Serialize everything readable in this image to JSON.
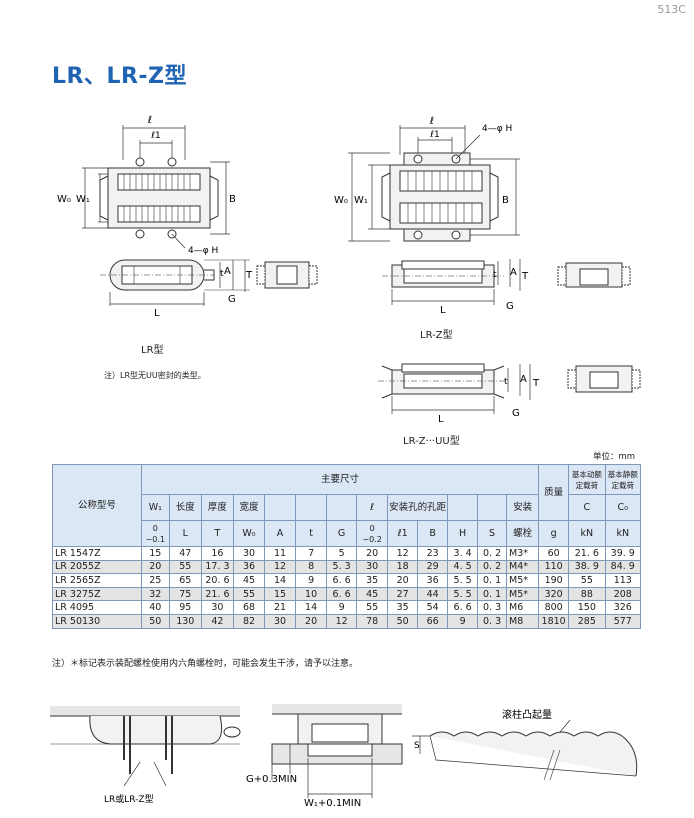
{
  "page": {
    "number": "513C",
    "title": "LR、LR-Z型"
  },
  "diagrams": {
    "lr": {
      "caption": "LR型",
      "dims": {
        "ell": "ℓ",
        "ell1": "ℓ1",
        "W0": "W₀",
        "W1": "W₁",
        "B": "B",
        "hole": "4—φ H",
        "t": "t",
        "A": "A",
        "T": "T",
        "L": "L",
        "G": "G"
      },
      "note": "注）LR型无UU密封的类型。"
    },
    "lrz": {
      "caption": "LR-Z型",
      "dims": {
        "ell": "ℓ",
        "ell1": "ℓ1",
        "hole": "4—φ H",
        "W0": "W₀",
        "W1": "W₁",
        "B": "B",
        "t": "t",
        "A": "A",
        "T": "T",
        "L": "L",
        "G": "G"
      }
    },
    "lrzuu": {
      "caption": "LR-Z···UU型",
      "dims": {
        "t": "t",
        "A": "A",
        "T": "T",
        "L": "L",
        "G": "G"
      }
    }
  },
  "table": {
    "unit": "单位：mm",
    "header": {
      "model": "公称型号",
      "main_dims": "主要尺寸",
      "mass": "质量",
      "dyn": "基本动额定载荷",
      "stat": "基本静额定载荷",
      "W1": "W₁",
      "length": "长度",
      "thickness": "厚度",
      "width": "宽度",
      "ell": "ℓ",
      "hole_pitch": "安装孔的孔距",
      "install": "安装",
      "W1_tol": "0\n−0.1",
      "L": "L",
      "T": "T",
      "W0": "W₀",
      "A": "A",
      "t": "t",
      "G": "G",
      "ell_tol": "0\n−0.2",
      "ell1": "ℓ1",
      "B": "B",
      "H": "H",
      "S": "S",
      "bolt": "螺栓",
      "g": "g",
      "C": "C",
      "kN1": "kN",
      "C0": "C₀",
      "kN2": "kN"
    },
    "rows": [
      {
        "model": "LR  1547Z",
        "W1": "15",
        "L": "47",
        "T": "16",
        "W0": "30",
        "A": "11",
        "t": "7",
        "G": "5",
        "ell": "20",
        "ell1": "12",
        "B": "23",
        "H": "3. 4",
        "S": "0. 2",
        "bolt": "M3*",
        "mass": "60",
        "C": "21. 6",
        "C0": "39. 9"
      },
      {
        "model": "LR  2055Z",
        "W1": "20",
        "L": "55",
        "T": "17. 3",
        "W0": "36",
        "A": "12",
        "t": "8",
        "G": "5. 3",
        "ell": "30",
        "ell1": "18",
        "B": "29",
        "H": "4. 5",
        "S": "0. 2",
        "bolt": "M4*",
        "mass": "110",
        "C": "38. 9",
        "C0": "84. 9"
      },
      {
        "model": "LR  2565Z",
        "W1": "25",
        "L": "65",
        "T": "20. 6",
        "W0": "45",
        "A": "14",
        "t": "9",
        "G": "6. 6",
        "ell": "35",
        "ell1": "20",
        "B": "36",
        "H": "5. 5",
        "S": "0. 1",
        "bolt": "M5*",
        "mass": "190",
        "C": "55",
        "C0": "113"
      },
      {
        "model": "LR  3275Z",
        "W1": "32",
        "L": "75",
        "T": "21. 6",
        "W0": "55",
        "A": "15",
        "t": "10",
        "G": "6. 6",
        "ell": "45",
        "ell1": "27",
        "B": "44",
        "H": "5. 5",
        "S": "0. 1",
        "bolt": "M5*",
        "mass": "320",
        "C": "88",
        "C0": "208"
      },
      {
        "model": "LR  4095",
        "W1": "40",
        "L": "95",
        "T": "30",
        "W0": "68",
        "A": "21",
        "t": "14",
        "G": "9",
        "ell": "55",
        "ell1": "35",
        "B": "54",
        "H": "6. 6",
        "S": "0. 3",
        "bolt": "M6",
        "mass": "800",
        "C": "150",
        "C0": "326"
      },
      {
        "model": "LR  50130",
        "W1": "50",
        "L": "130",
        "T": "42",
        "W0": "82",
        "A": "30",
        "t": "20",
        "G": "12",
        "ell": "78",
        "ell1": "50",
        "B": "66",
        "H": "9",
        "S": "0. 3",
        "bolt": "M8",
        "mass": "1810",
        "C": "285",
        "C0": "577"
      }
    ],
    "note": "注）＊标记表示装配螺栓使用内六角螺栓时，可能会发生干涉，请予以注意。"
  },
  "bottom": {
    "caption_left": "LR或LR-Z型",
    "dim_G": "G+0.3MIN",
    "dim_W1": "W₁+0.1MIN",
    "dim_S": "S",
    "label_roller": "滚柱凸起量"
  }
}
